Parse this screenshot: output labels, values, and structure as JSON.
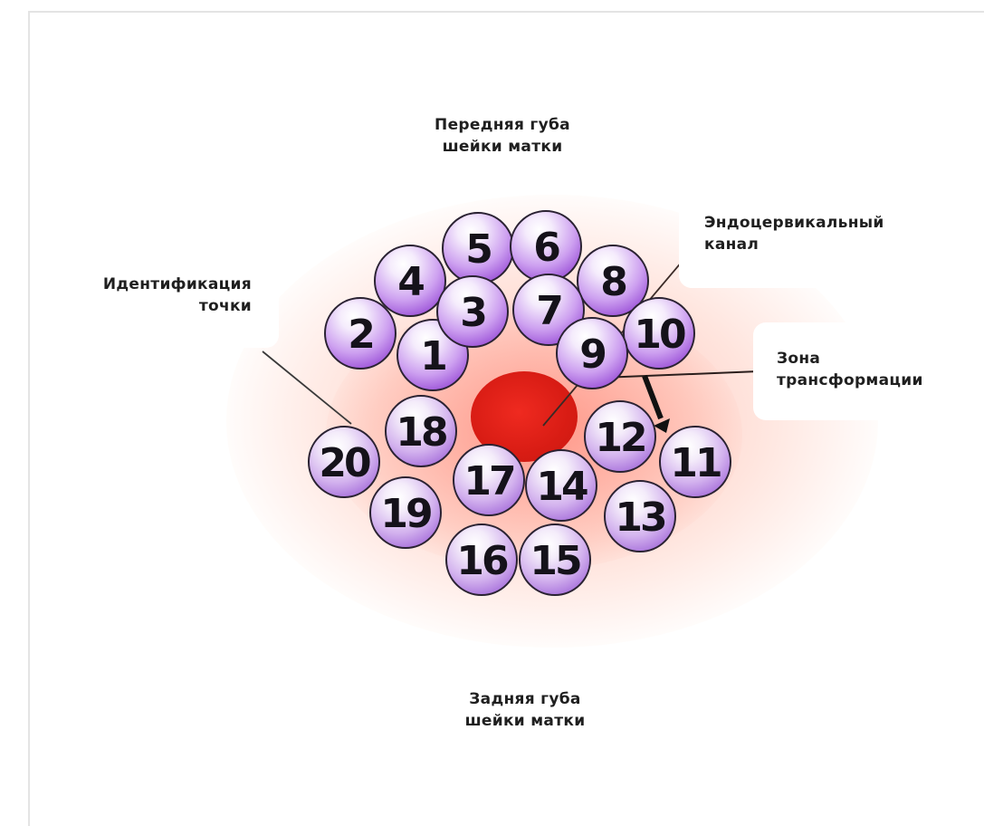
{
  "labels": {
    "front_lip": [
      "Передняя губа",
      "шейки матки"
    ],
    "back_lip": [
      "Задняя губа",
      "шейки матки"
    ],
    "endocervical": [
      "Эндоцервикальный",
      "канал"
    ],
    "transformation_zone": [
      "Зона",
      "трансформации"
    ],
    "point_id": [
      "Идентификация",
      "точки"
    ]
  },
  "points": {
    "p1": "1",
    "p2": "2",
    "p3": "3",
    "p4": "4",
    "p5": "5",
    "p6": "6",
    "p7": "7",
    "p8": "8",
    "p9": "9",
    "p10": "10",
    "p11": "11",
    "p12": "12",
    "p13": "13",
    "p14": "14",
    "p15": "15",
    "p16": "16",
    "p17": "17",
    "p18": "18",
    "p19": "19",
    "p20": "20"
  },
  "colors": {
    "ball_fill": "#b07ae6",
    "os_red": "#e0201a",
    "glow": "#ff9c88"
  }
}
